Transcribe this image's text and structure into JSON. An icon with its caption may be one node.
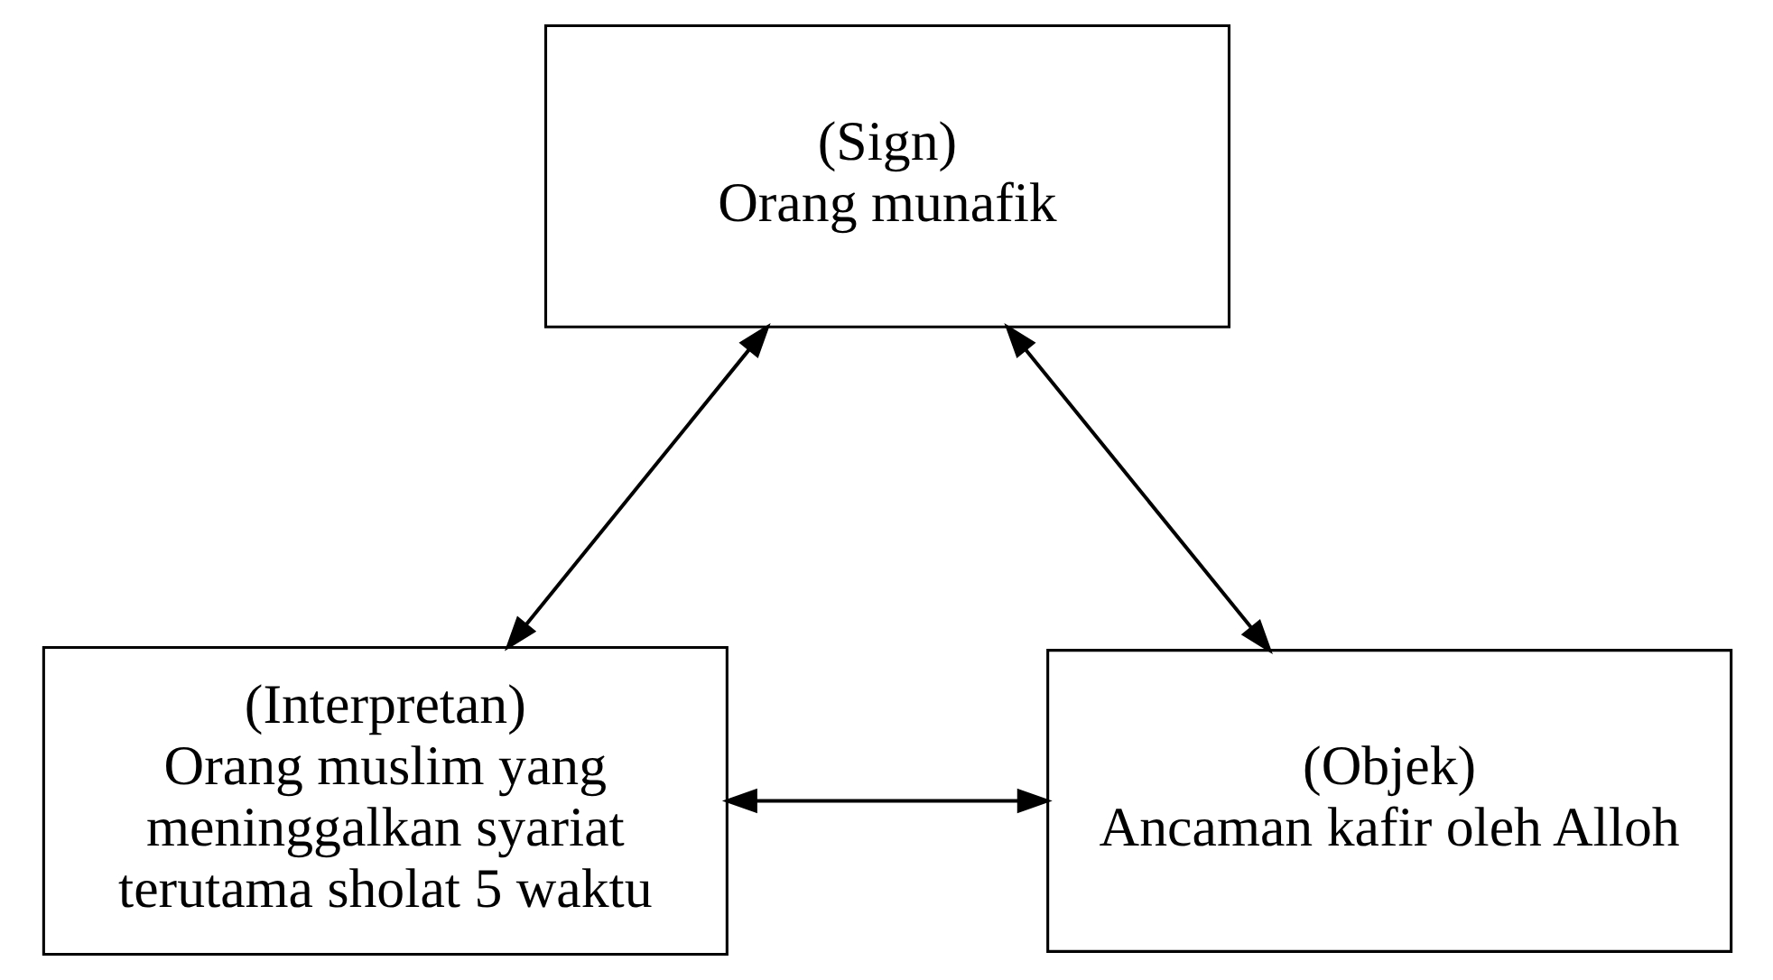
{
  "diagram": {
    "nodes": [
      {
        "text": [
          "(Sign)",
          "Orang munafik"
        ]
      },
      {
        "text": [
          "(Interpretan)",
          "Orang muslim yang meninggalkan syariat terutama sholat 5 waktu"
        ]
      },
      {
        "text": [
          "(Objek)",
          "Ancaman kafir oleh Alloh"
        ]
      }
    ],
    "edges": [
      {
        "from": 0,
        "to": 1,
        "arrow": "both"
      },
      {
        "from": 0,
        "to": 2,
        "arrow": "both"
      },
      {
        "from": 1,
        "to": 2,
        "arrow": "both"
      }
    ]
  }
}
